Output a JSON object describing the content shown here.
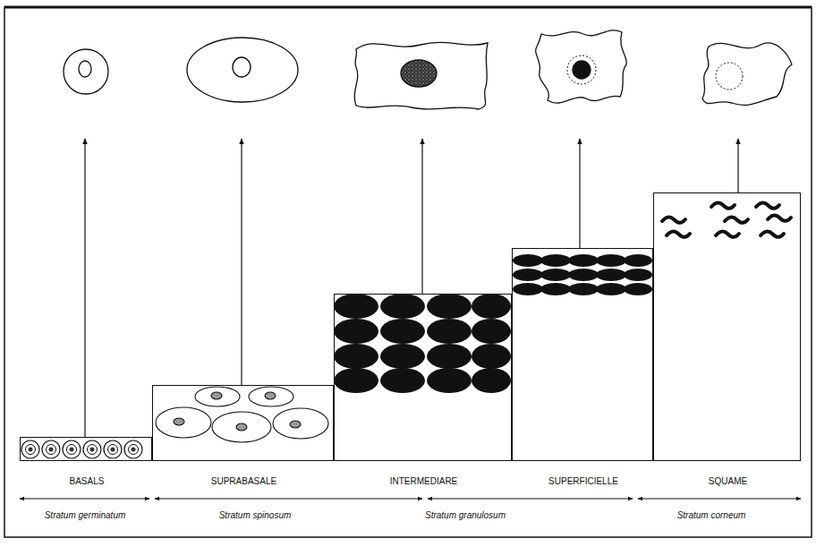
{
  "diagram": {
    "nodes": [
      {
        "text": [
          "BASALS"
        ]
      },
      {
        "text": [
          "SUPRABASALE"
        ]
      },
      {
        "text": [
          "INTERMEDIARE"
        ]
      },
      {
        "text": [
          "SUPERFICIELLE"
        ]
      },
      {
        "text": [
          "SQUAME"
        ]
      }
    ],
    "labels": [
      "Stratum germinatum",
      "Stratum spinosum",
      "Stratum granulosum",
      "Stratum corneum"
    ]
  }
}
